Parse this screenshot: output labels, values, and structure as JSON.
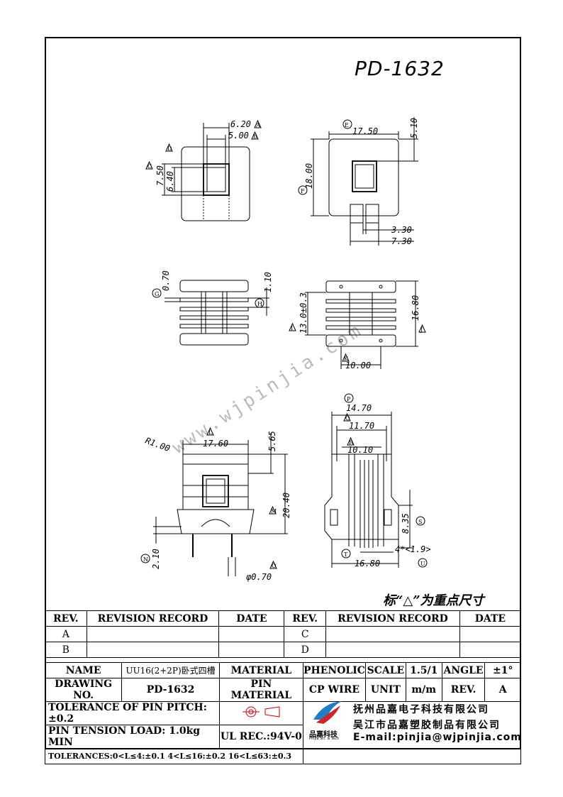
{
  "drawing_number_title": "PD-1632",
  "watermark": "www.wjpinjia.com",
  "key_note": "标“△”为重点尺寸",
  "dimensions": {
    "d620": "6.20",
    "d500": "5.00",
    "d750": "7.50",
    "d640": "6.40",
    "d1750": "17.50",
    "d510": "5.10",
    "d1800": "18.00",
    "d330": "3.30",
    "d730": "7.30",
    "d070": "0.70",
    "d110": "1.10",
    "d130": "13.0±0.3",
    "d1680": "16.80",
    "d1000": "10.00",
    "d1470": "14.70",
    "d1170": "11.70",
    "d1010": "10.10",
    "r100": "R1.00",
    "d1760": "17.60",
    "d565": "5.65",
    "d2040": "20.40",
    "d835": "8.35",
    "d419": "4*<1.9>",
    "d1680b": "16.80",
    "d210": "2.10",
    "d070pin": "φ0.70"
  },
  "markers": {
    "A": "A",
    "B": "B",
    "C": "C",
    "D": "D",
    "E": "E",
    "F": "F",
    "G": "G",
    "H": "H",
    "I": "I",
    "J": "J",
    "K": "K",
    "L": "L",
    "M": "M",
    "N": "N",
    "O": "O",
    "P": "P",
    "Q": "Q",
    "R": "R",
    "S": "S",
    "T": "T",
    "U": "U"
  },
  "revision": {
    "headers": [
      "REV.",
      "REVISION RECORD",
      "DATE",
      "REV.",
      "REVISION RECORD",
      "DATE"
    ],
    "rows": [
      [
        "A",
        "",
        "",
        "C",
        "",
        ""
      ],
      [
        "B",
        "",
        "",
        "D",
        "",
        ""
      ]
    ]
  },
  "info": {
    "name_label": "NAME",
    "name_value": "UU16(2+2P)卧式四槽",
    "material_label": "MATERIAL",
    "material_value": "PHENOLIC",
    "scale_label": "SCALE",
    "scale_value": "1.5/1",
    "angle_label": "ANGLE",
    "angle_value": "±1°",
    "drawing_no_label": "DRAWING NO.",
    "drawing_no_value": "PD-1632",
    "pin_material_label": "PIN MATERIAL",
    "pin_material_value": "CP WIRE",
    "unit_label": "UNIT",
    "unit_value": "m/m",
    "rev_label": "REV.",
    "rev_value": "A",
    "pin_pitch": "TOLERANCE OF PIN PITCH:±0.2",
    "pin_tension": "PIN TENSION LOAD: 1.0kg  MIN",
    "ul_rec": "UL REC.:94V-0",
    "tolerances": "TOLERANCES:0<L≤4:±0.1 4<L≤16:±0.2 16<L≤63:±0.3"
  },
  "company": {
    "line1": "抚州品嘉电子科技有限公司",
    "line2": "吴江市品嘉塑胶制品有限公司",
    "email": "E-mail:pinjia@wjpinjia.com",
    "logo_text": "品嘉科技",
    "logo_sub": "PinJia Sci. & Tech"
  }
}
